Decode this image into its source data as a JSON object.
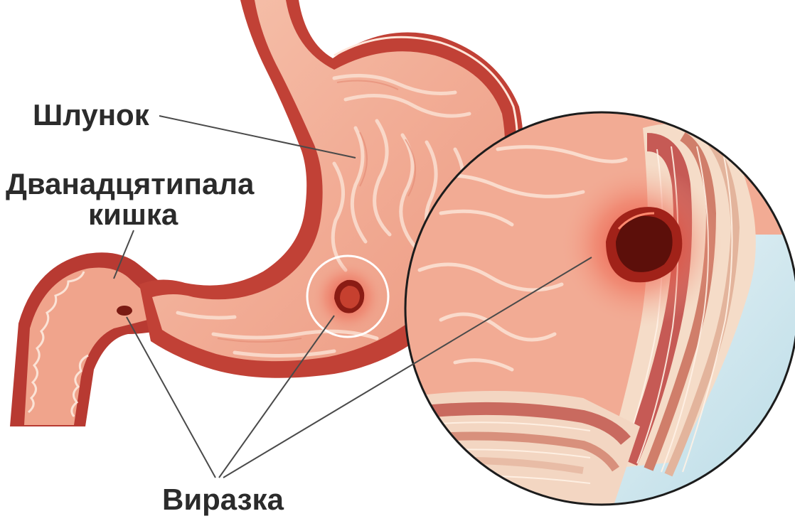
{
  "labels": {
    "stomach": "Шлунок",
    "duodenum_line1": "Дванадцятипала",
    "duodenum_line2": "кишка",
    "ulcer": "Виразка"
  },
  "colors": {
    "wall": "#b83a32",
    "wall_dark": "#8e2420",
    "lining": "#f2b09a",
    "lining_light": "#f8cdb9",
    "ulcer_red": "#e2332a",
    "crater": "#6e140f",
    "leader_line": "#4a4a4a",
    "background": "#ffffff",
    "label_text": "#2b2b2b"
  }
}
